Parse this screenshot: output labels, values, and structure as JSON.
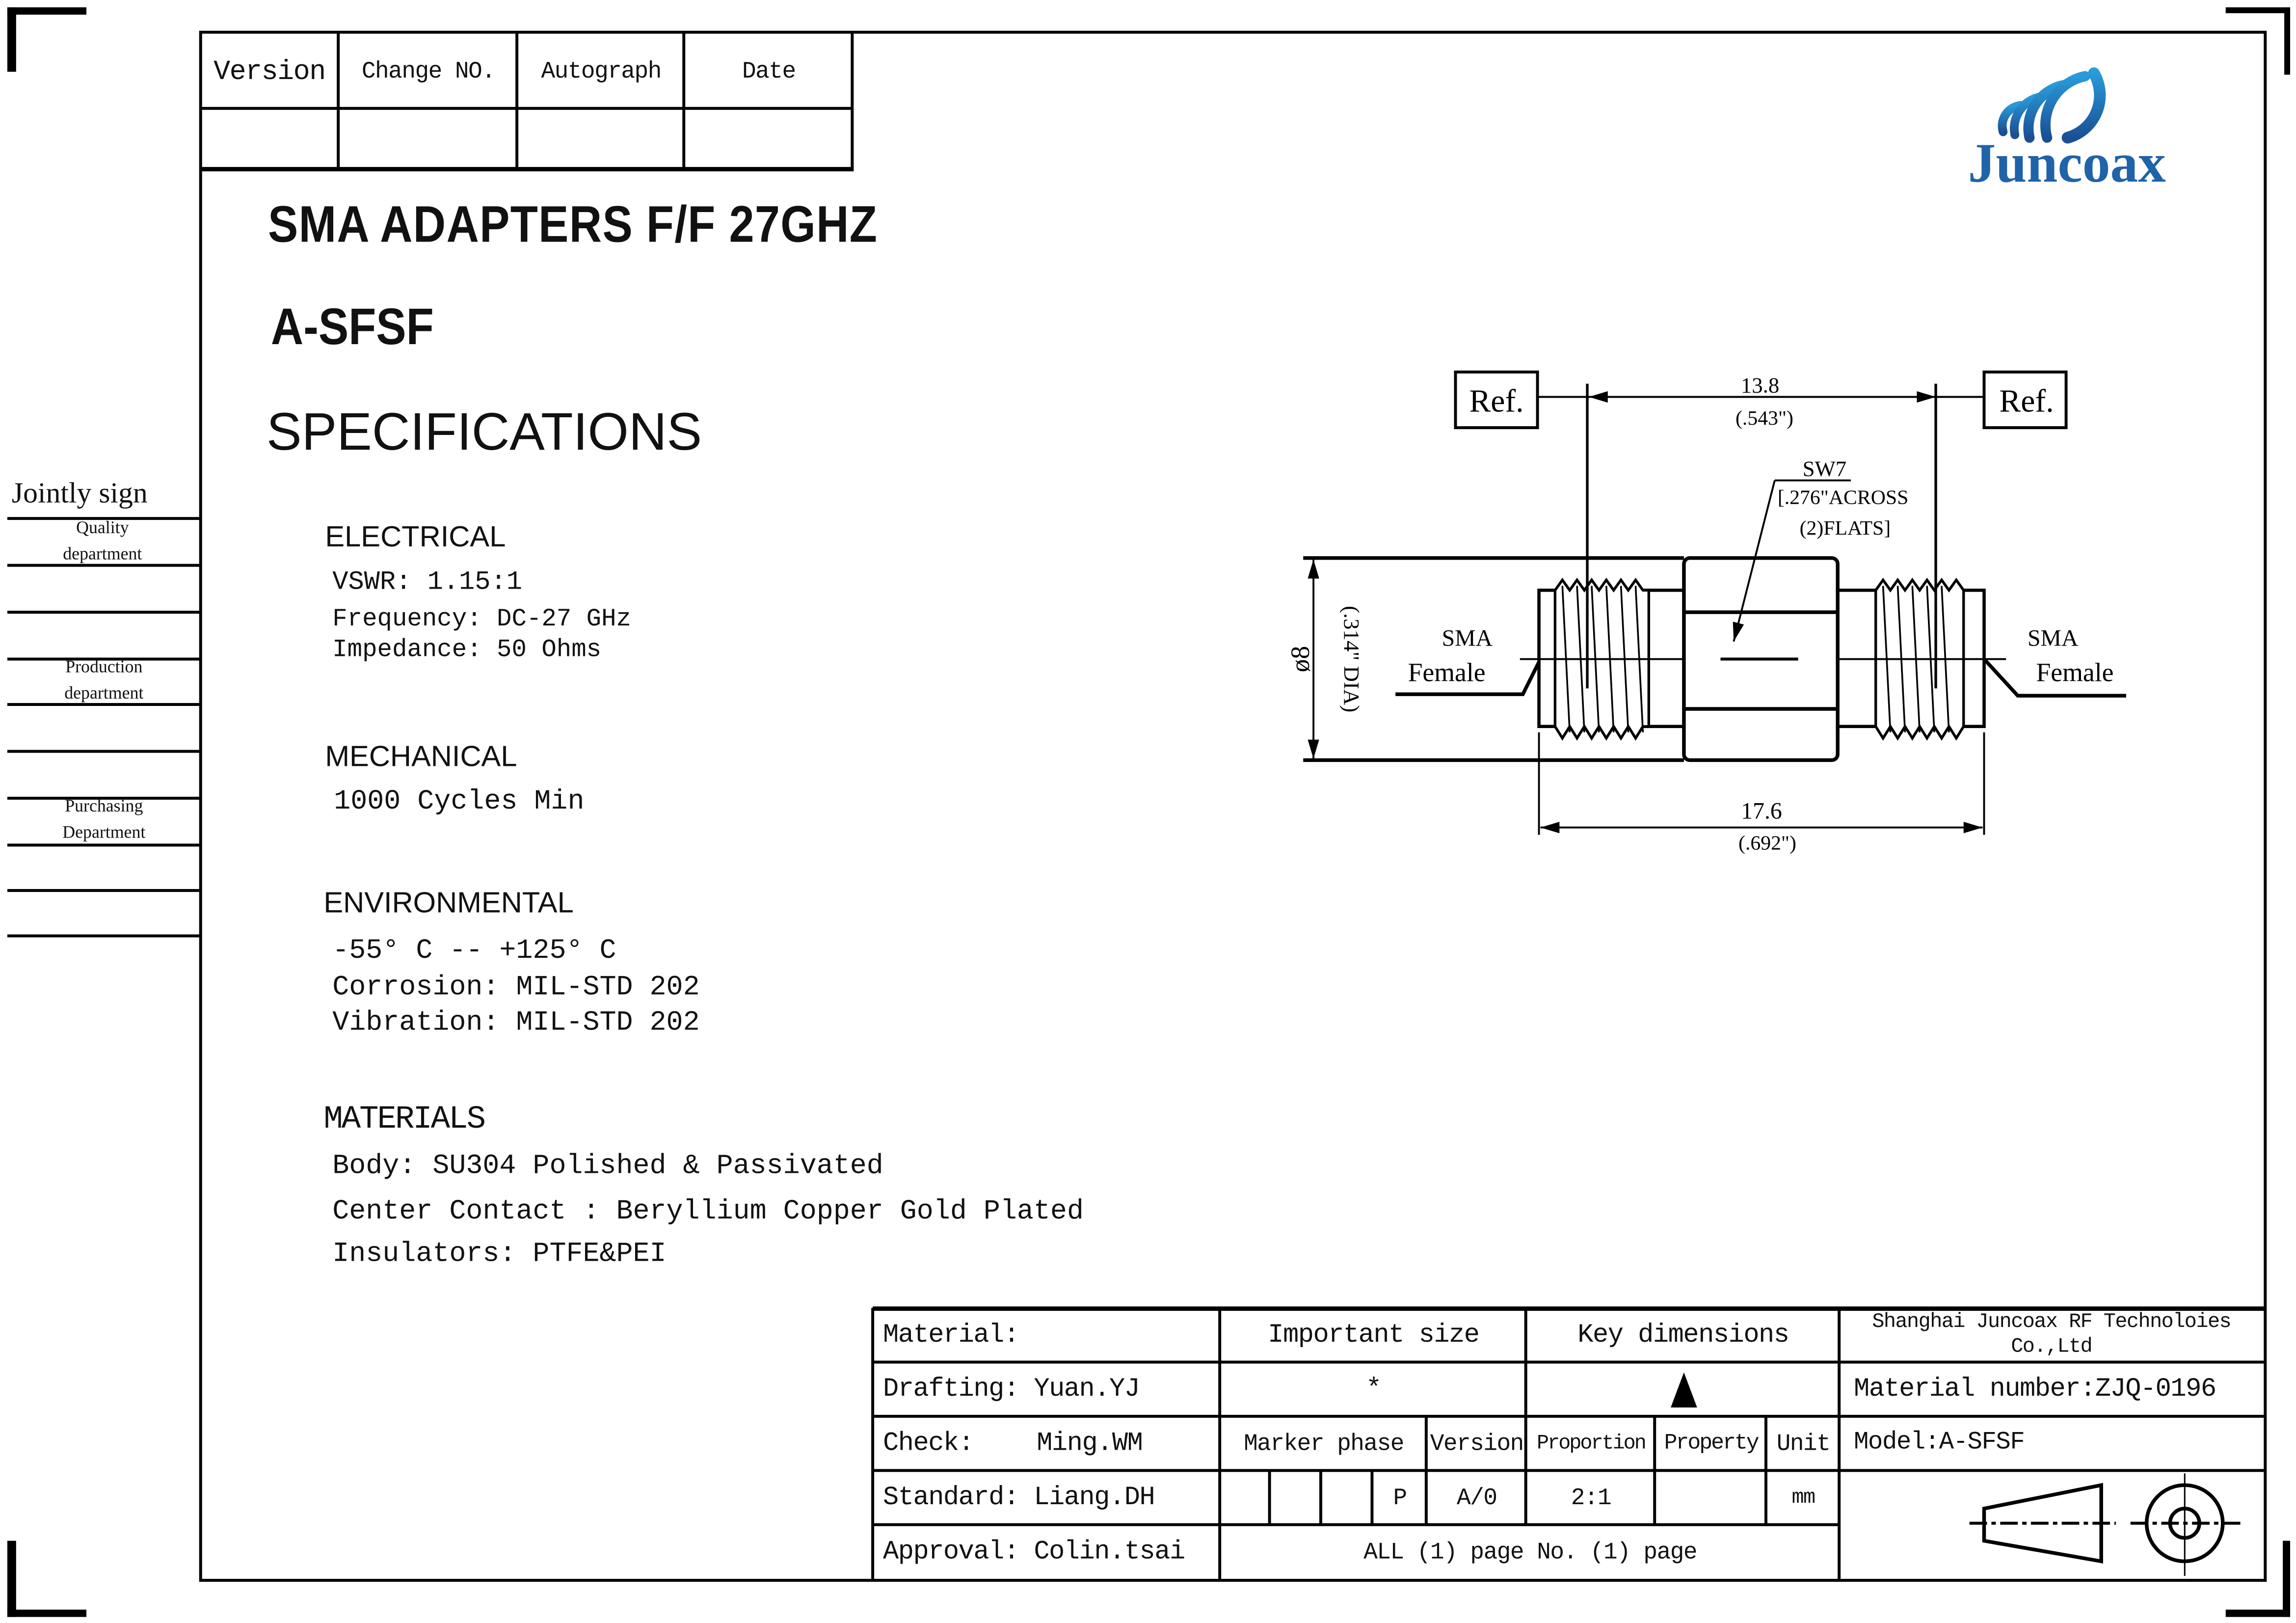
{
  "revision_table": {
    "headers": [
      "Version",
      "Change  NO.",
      "Autograph",
      "Date"
    ]
  },
  "logo": {
    "text": "Juncoax",
    "color": "#1f63a8"
  },
  "title": {
    "product": "SMA ADAPTERS F/F 27GHZ",
    "model": "A-SFSF",
    "section": "SPECIFICATIONS"
  },
  "jointly_sign": {
    "label": "Jointly sign",
    "departments": [
      "Quality department",
      "Production department",
      "Purchasing Department"
    ]
  },
  "specs": {
    "electrical": {
      "heading": "ELECTRICAL",
      "lines": [
        "VSWR:  1.15:1",
        "Frequency: DC-27 GHz",
        "Impedance: 50 Ohms"
      ]
    },
    "mechanical": {
      "heading": "MECHANICAL",
      "lines": [
        "1000 Cycles Min"
      ]
    },
    "environmental": {
      "heading": "ENVIRONMENTAL",
      "lines": [
        "-55° C -- +125° C",
        "Corrosion: MIL-STD 202",
        "Vibration: MIL-STD 202"
      ]
    },
    "materials": {
      "heading": "MATERIALS",
      "lines": [
        "Body: SU304 Polished & Passivated",
        "Center Contact : Beryllium Copper Gold Plated",
        "Insulators: PTFE&PEI"
      ]
    }
  },
  "drawing": {
    "ref_left": "Ref.",
    "ref_right": "Ref.",
    "dim_top": "13.8",
    "dim_top_in": "(.543\")",
    "sw_label": "SW7",
    "sw_line1": "[.276\"ACROSS",
    "sw_line2": "(2)FLATS]",
    "dia": "ø8",
    "dia_in": "(.314\" DIA)",
    "left_conn_1": "SMA",
    "left_conn_2": "Female",
    "right_conn_1": "SMA",
    "right_conn_2": "Female",
    "dim_bottom": "17.6",
    "dim_bottom_in": "(.692\")"
  },
  "title_block": {
    "material": "Material:",
    "drafting": "Drafting: Yuan.YJ",
    "check_label": "Check:",
    "check_name": "Ming.WM",
    "standard": "Standard: Liang.DH",
    "approval": "Approval: Colin.tsai",
    "important_size": "Important size",
    "important_symbol": "*",
    "key_dimensions": "Key dimensions",
    "marker_phase": "Marker phase",
    "version": "Version",
    "proportion": "Proportion",
    "property": "Property",
    "unit": "Unit",
    "marker_value": "P",
    "version_value": "A/0",
    "proportion_value": "2:1",
    "property_value": "",
    "unit_value": "mm",
    "pages": "ALL (1) page  No. (1) page",
    "company": "Shanghai Juncoax RF Technoloies Co.,Ltd",
    "material_number": "Material number:ZJQ-0196",
    "model": "Model:A-SFSF"
  }
}
